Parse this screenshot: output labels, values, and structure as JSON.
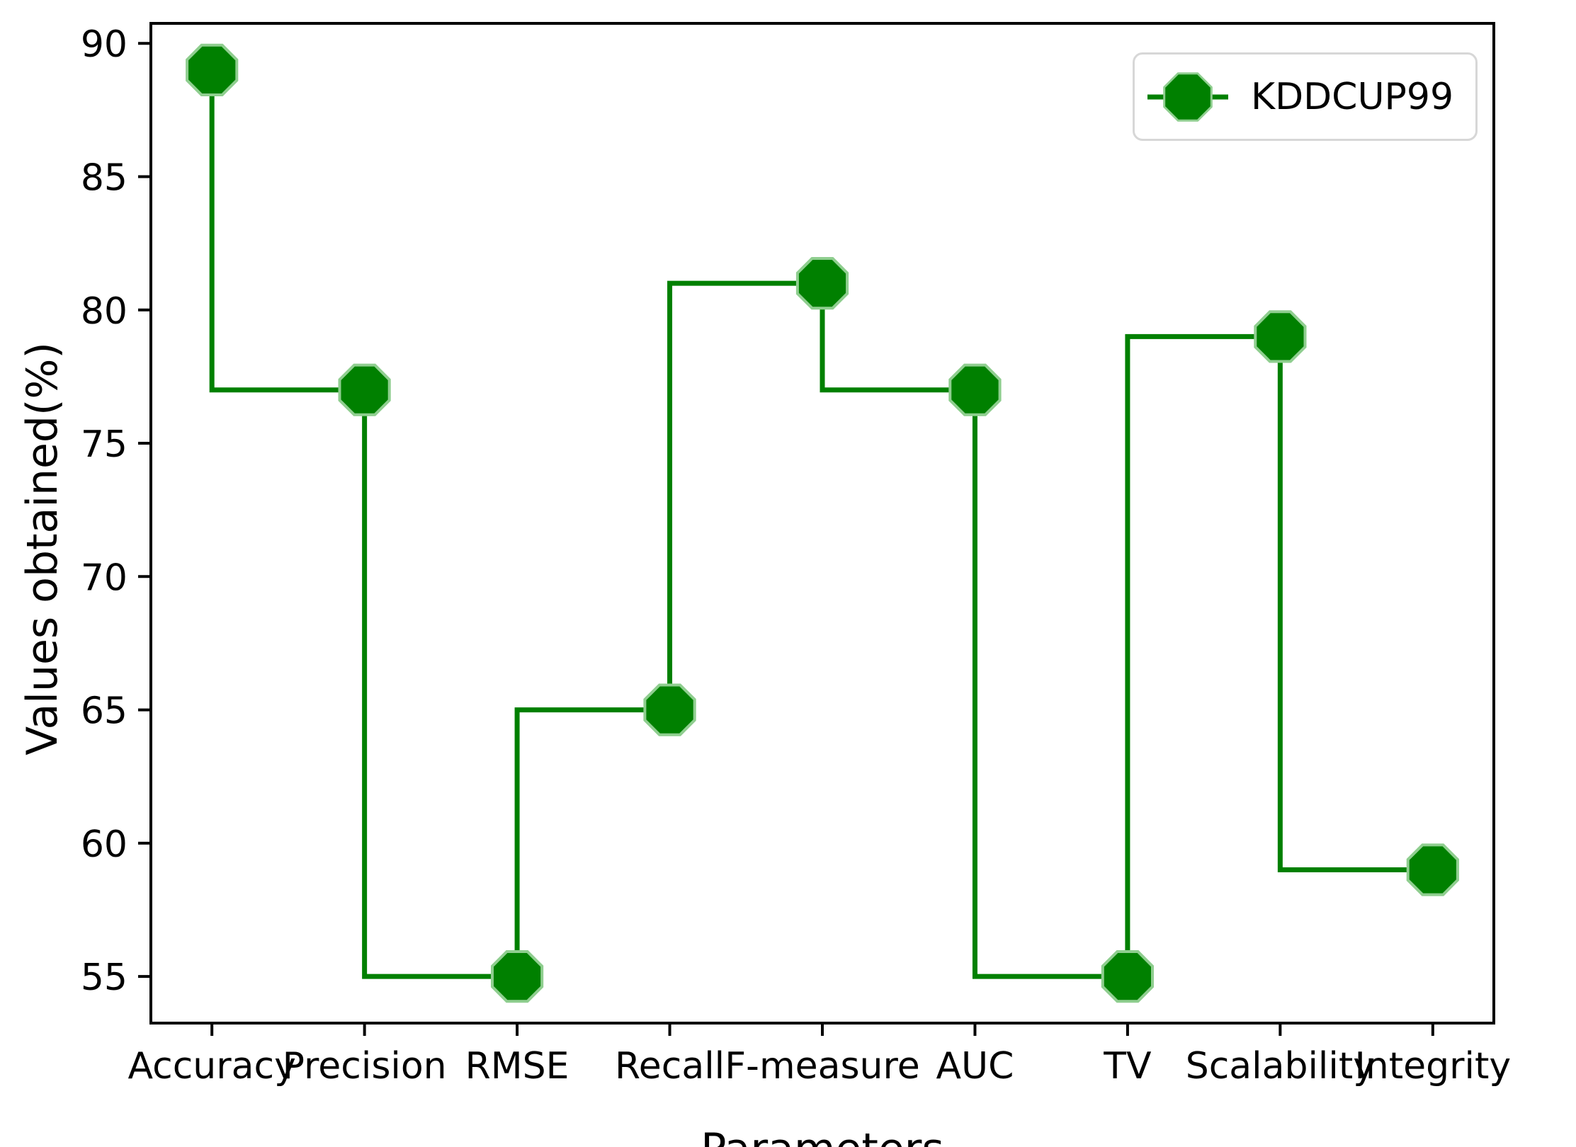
{
  "figure": {
    "background": "#ffffff"
  },
  "chart_data": {
    "type": "line",
    "drawstyle": "steps-pre",
    "title": "",
    "xlabel": "Parameters",
    "ylabel": "Values obtained(%)",
    "categories": [
      "Accuracy",
      "Precision",
      "RMSE",
      "Recall",
      "F-measure",
      "AUC",
      "TV",
      "Scalability",
      "Integrity"
    ],
    "series": [
      {
        "name": "KDDCUP99",
        "color": "#008000",
        "marker": "octagon",
        "values": [
          89,
          77,
          55,
          65,
          81,
          77,
          55,
          79,
          59
        ]
      }
    ],
    "yticks": [
      55,
      60,
      65,
      70,
      75,
      80,
      85,
      90
    ],
    "ylim": [
      53.25,
      90.75
    ],
    "grid": false,
    "legend": {
      "label": "KDDCUP99",
      "position": "upper-right"
    }
  }
}
